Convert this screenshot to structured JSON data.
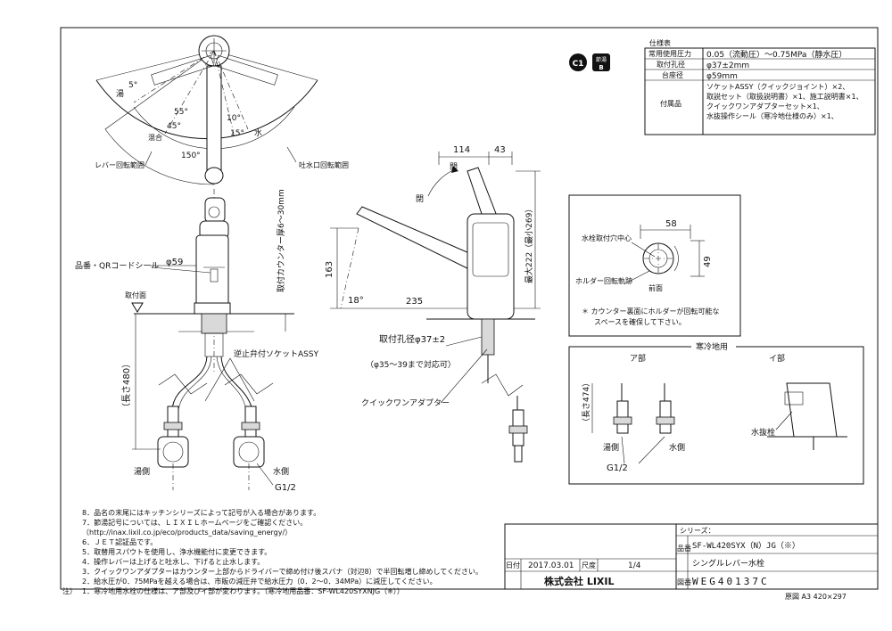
{
  "spec": {
    "title": "仕様表",
    "rows": [
      {
        "label": "常用使用圧力",
        "value": "0.05（流動圧）～0.75MPa（静水圧）"
      },
      {
        "label": "取付孔径",
        "value": "φ37±2mm"
      },
      {
        "label": "台座径",
        "value": "φ59mm"
      },
      {
        "label": "付属品",
        "lines": [
          "ソケットASSY（クイックジョイント）×2、",
          "取説セット（取扱説明書）×1、施工説明書×1、",
          "クイックワンアダプターセット×1、",
          "水抜操作シール（寒冷地仕様のみ）×1、"
        ]
      }
    ]
  },
  "badges": {
    "c1": "C1",
    "setsusui": "節湯",
    "b": "B"
  },
  "top_view": {
    "hot_label": "湯",
    "water_label": "水",
    "mix_label": "混合",
    "angles": [
      "5°",
      "55°",
      "45°",
      "10°",
      "15°",
      "150°"
    ],
    "lever_range": "レバー回転範囲",
    "spout_range": "吐水口回転範囲"
  },
  "front_view": {
    "base_dia": "φ59",
    "qr_seal": "品番・QRコードシール",
    "mount_face": "取付面",
    "counter_thickness": "取付カウンター厚6～30mm",
    "length": "（長さ480）",
    "socket": "逆止弁付ソケットASSY",
    "hot_side": "湯側",
    "water_side": "水側",
    "thread": "G1/2"
  },
  "side_view": {
    "dim_114": "114",
    "dim_43": "43",
    "open": "開",
    "close": "閉",
    "dim_163": "163",
    "angle_18": "18°",
    "dim_235": "235",
    "dim_222": "最大222（最小269）",
    "hole": "取付孔径φ37±2",
    "hole_range": "（φ35～39まで対応可）",
    "adapter": "クイックワンアダプター"
  },
  "holder": {
    "dim_58": "58",
    "dim_49": "49",
    "hole_center": "水栓取付穴中心",
    "holder_range": "ホルダー回転軌跡",
    "front": "前面",
    "note_1": "＊ カウンター裏面にホルダーが回転可能な",
    "note_2": "スペースを確保して下さい。"
  },
  "cold": {
    "title": "寒冷地用",
    "part_a": "ア部",
    "part_i": "イ部",
    "length": "（長さ474）",
    "hot_side": "湯側",
    "water_side": "水側",
    "thread": "G1/2",
    "drain": "水抜栓"
  },
  "notes": [
    "8．品名の末尾にはキッチンシリーズによって記号が入る場合があります。",
    "7．節湯記号については、ＬＩＸＩＬホームページをご確認ください。",
    "（http://inax.lixil.co.jp/eco/products_data/saving_energy/）",
    "6．ＪＥＴ認証品です。",
    "5．取替用スパウトを使用し、浄水機能付に変更できます。",
    "4．操作レバーは上げると吐水し、下げると止水します。",
    "3．クイックワンアダプターはカウンター上部からドライバーで締め付け後スパナ（対辺8）で半回転増し締めしてください。",
    "2．給水圧が0．75MPaを越える場合は、市販の減圧弁で給水圧力（0．2～0．34MPa）に減圧してください。",
    "1．寒冷地用水栓の仕様は、ア部及びイ部が変わります。（寒冷地用品番：SF-WL420SYXNJG（※））"
  ],
  "notes_prefix": "注）",
  "title_block": {
    "series_label": "シリーズ：",
    "product_label": "品番",
    "product_code": "SF-WL420SYX（N）JG（※）",
    "product_name": "シングルレバー水栓",
    "date_label": "日付",
    "date": "2017.03.01",
    "scale_label": "尺度",
    "scale": "1/4",
    "company": "株式会社 LIXIL",
    "drawing_label": "図番",
    "drawing_no": "WEG40137C",
    "original": "原図 A3 420×297"
  }
}
